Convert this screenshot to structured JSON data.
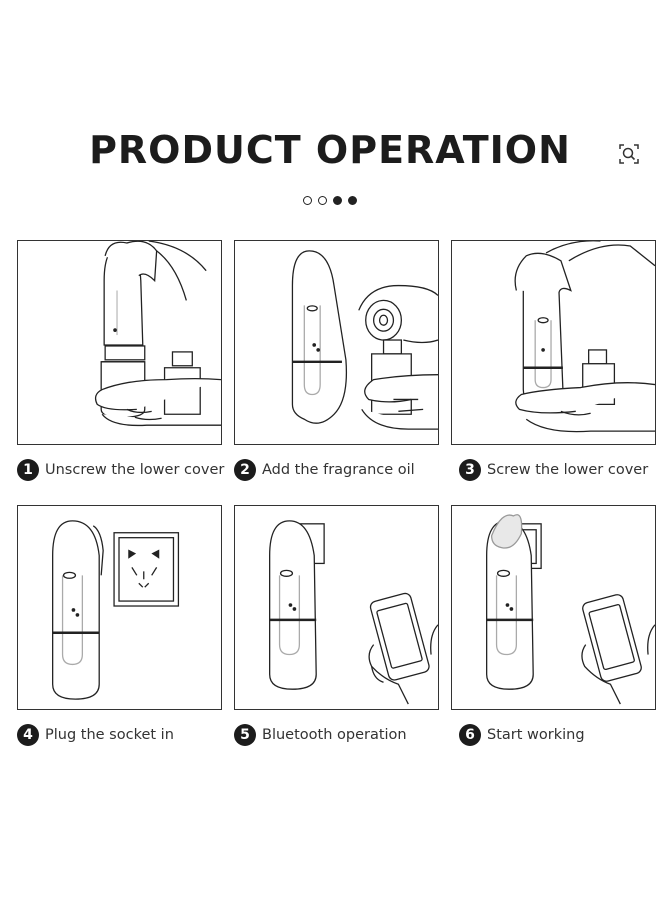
{
  "header": {
    "title": "PRODUCT OPERATION",
    "zoom_icon": "zoom-search-icon"
  },
  "carousel": {
    "dots": [
      {
        "filled": false
      },
      {
        "filled": false
      },
      {
        "filled": true
      },
      {
        "filled": true
      }
    ]
  },
  "steps": [
    {
      "number": "1",
      "label": "Unscrew the lower cover"
    },
    {
      "number": "2",
      "label": "Add the fragrance oil"
    },
    {
      "number": "3",
      "label": "Screw the lower cover"
    },
    {
      "number": "4",
      "label": "Plug the socket in"
    },
    {
      "number": "5",
      "label": "Bluetooth operation"
    },
    {
      "number": "6",
      "label": "Start working"
    }
  ],
  "colors": {
    "ink": "#1c1c1c",
    "line": "#333333",
    "background": "#ffffff"
  }
}
